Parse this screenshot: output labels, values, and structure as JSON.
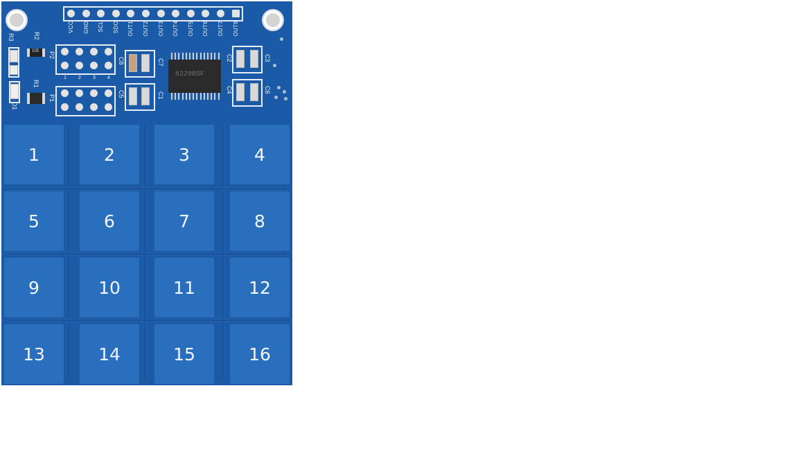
{
  "pin_labels": [
    "VCC",
    "GND",
    "SCL",
    "SDO",
    "OUT1",
    "OUT2",
    "OUT3",
    "OUT4",
    "OUT5",
    "OUT6",
    "OUT7",
    "OUT8"
  ],
  "silk": {
    "r2": "R2",
    "r3": "R3",
    "r1": "R1",
    "d1": "D1",
    "p2": "P2",
    "p1": "P1",
    "c8": "C8",
    "c5": "C5",
    "c7": "C7",
    "c1": "C1",
    "c2": "C2",
    "c3": "C3",
    "c4": "C4",
    "c6": "C6",
    "r2_value": "105",
    "p_header_nums": [
      "1",
      "2",
      "3",
      "4"
    ]
  },
  "chip_marking": "8229BSF",
  "keys": [
    "1",
    "2",
    "3",
    "4",
    "5",
    "6",
    "7",
    "8",
    "9",
    "10",
    "11",
    "12",
    "13",
    "14",
    "15",
    "16"
  ],
  "colors": {
    "board": "#1b5aa6",
    "pad": "#2a6fbd",
    "silkscreen": "#eaf0f8"
  }
}
